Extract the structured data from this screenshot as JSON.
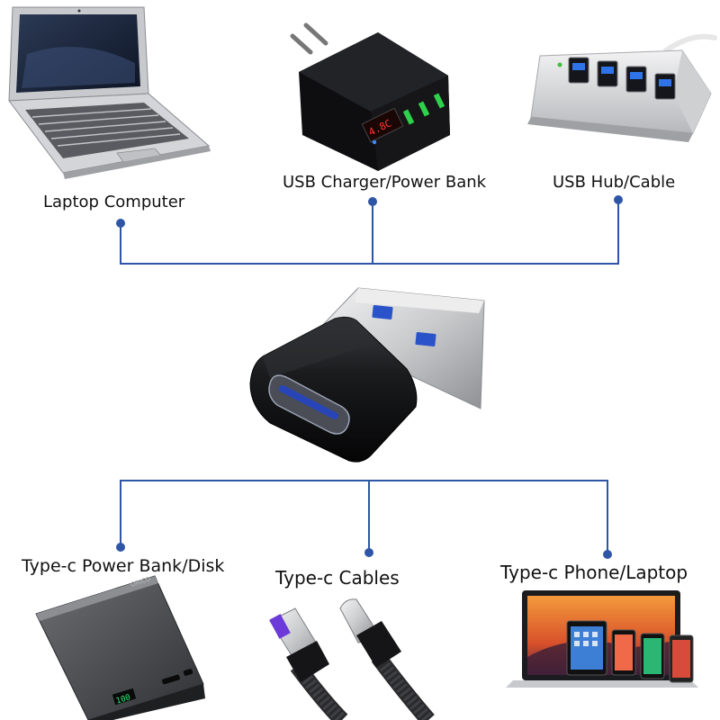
{
  "top_devices": [
    {
      "label": "Laptop Computer"
    },
    {
      "label": "USB Charger/Power Bank"
    },
    {
      "label": "USB Hub/Cable"
    }
  ],
  "bottom_devices": [
    {
      "label": "Type-c Power Bank/Disk"
    },
    {
      "label": "Type-c Cables"
    },
    {
      "label": "Type-c Phone/Laptop"
    }
  ],
  "center_device": {
    "name": "usb-a-to-type-c-adapter"
  },
  "colors": {
    "connector_line": "#2f56a6",
    "dot": "#2f56a6",
    "adapter_body": "#1b1b1d",
    "adapter_metal": "#d9dadc",
    "port_blue": "#2845b8"
  }
}
